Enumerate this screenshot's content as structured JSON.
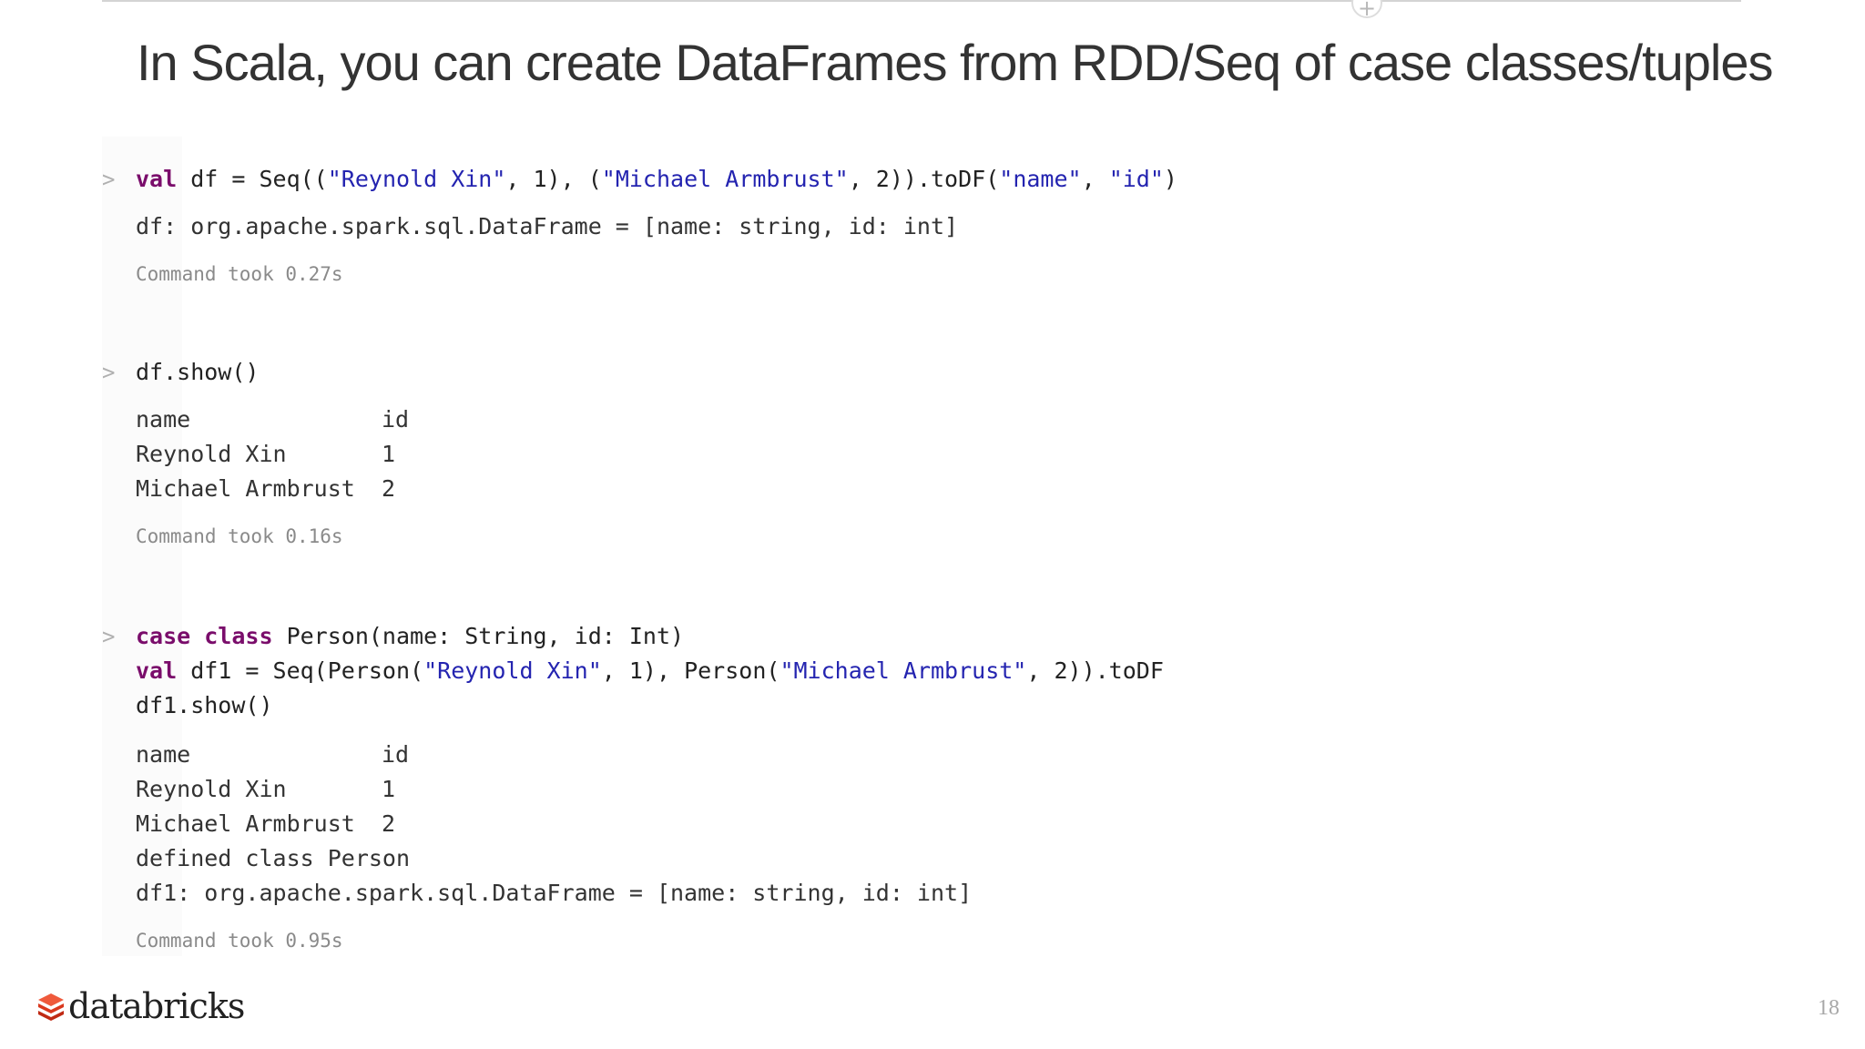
{
  "slide": {
    "title": "In Scala, you can create DataFrames from RDD/Seq of case classes/tuples",
    "page_number": "18",
    "add_button_label": "+"
  },
  "prompt_symbol": ">",
  "cells": [
    {
      "code": [
        [
          {
            "t": "val",
            "k": "kw"
          },
          {
            "t": " df = Seq((",
            "k": ""
          },
          {
            "t": "\"Reynold Xin\"",
            "k": "str"
          },
          {
            "t": ", 1), (",
            "k": ""
          },
          {
            "t": "\"Michael Armbrust\"",
            "k": "str"
          },
          {
            "t": ", 2)).toDF(",
            "k": ""
          },
          {
            "t": "\"name\"",
            "k": "str"
          },
          {
            "t": ", ",
            "k": ""
          },
          {
            "t": "\"id\"",
            "k": "str"
          },
          {
            "t": ")",
            "k": ""
          }
        ]
      ],
      "output": [
        "df: org.apache.spark.sql.DataFrame = [name: string, id: int]"
      ],
      "timing": "Command took 0.27s"
    },
    {
      "code": [
        [
          {
            "t": "df.show()",
            "k": ""
          }
        ]
      ],
      "table": {
        "headers": [
          "name",
          "id"
        ],
        "rows": [
          [
            "Reynold Xin",
            "1"
          ],
          [
            "Michael Armbrust",
            "2"
          ]
        ]
      },
      "output": [],
      "timing": "Command took 0.16s"
    },
    {
      "code": [
        [
          {
            "t": "case class",
            "k": "kw"
          },
          {
            "t": " Person(name: String, id: Int)",
            "k": ""
          }
        ],
        [
          {
            "t": "val",
            "k": "kw"
          },
          {
            "t": " df1 = Seq(Person(",
            "k": ""
          },
          {
            "t": "\"Reynold Xin\"",
            "k": "str"
          },
          {
            "t": ", 1), Person(",
            "k": ""
          },
          {
            "t": "\"Michael Armbrust\"",
            "k": "str"
          },
          {
            "t": ", 2)).toDF",
            "k": ""
          }
        ],
        [
          {
            "t": "df1.show()",
            "k": ""
          }
        ]
      ],
      "table": {
        "headers": [
          "name",
          "id"
        ],
        "rows": [
          [
            "Reynold Xin",
            "1"
          ],
          [
            "Michael Armbrust",
            "2"
          ]
        ]
      },
      "output": [
        "defined class Person",
        "df1: org.apache.spark.sql.DataFrame = [name: string, id: int]"
      ],
      "timing": "Command took 0.95s"
    }
  ],
  "footer": {
    "logo_text": "databricks"
  },
  "colors": {
    "keyword": "#7a0d6b",
    "string": "#2424b0",
    "brand": "#e8412c"
  }
}
